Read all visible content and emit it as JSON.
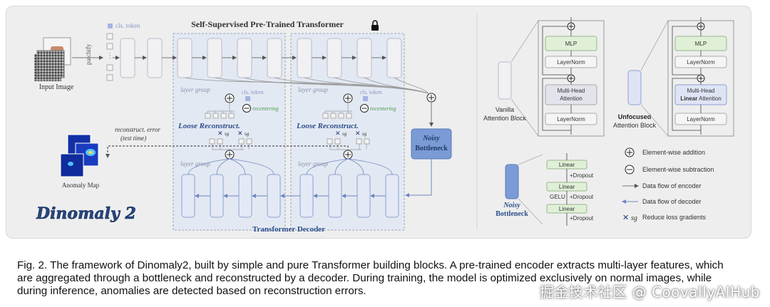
{
  "figure": {
    "title": "Self-Supervised Pre-Trained Transformer",
    "input_label": "Input Image",
    "patchify_label": "patchify",
    "cls_token": "cls. token",
    "layer_group": "layer group",
    "recentering": "recentering",
    "loose_reconstruct": "Loose Reconstruct.",
    "sg": "sg",
    "recon_error_line1": "reconstruct. error",
    "recon_error_line2": "(test time)",
    "anomaly_map": "Anomaly Map",
    "noisy_bottleneck_line1": "Noisy",
    "noisy_bottleneck_line2": "Bottleneck",
    "decoder_label": "Transformer Decoder",
    "logo": "Dinomaly 2",
    "vanilla_label_line1": "Vanilla",
    "vanilla_label_line2": "Attention Block",
    "unfocused_label_line1": "Unfocused",
    "unfocused_label_line2": "Attention Block",
    "mlp": "MLP",
    "layernorm": "LayerNorm",
    "mha_line1": "Multi-Head",
    "mha_line2": "Attention",
    "linear_mha_line1": "Multi-Head",
    "linear_mha_bold": "Linear",
    "linear_mha_rest": "Attention",
    "linear": "Linear",
    "dropout": "+Dropout",
    "gelu": "GELU",
    "legend": {
      "add": "Element-wise addition",
      "sub": "Element-wise subtraction",
      "enc": "Data flow of encoder",
      "dec": "Data flow of decoder",
      "sg": "Reduce loss gradients"
    }
  },
  "caption": {
    "line1": "Fig. 2. The framework of Dinomaly2, built by simple and pure Transformer building blocks. A pre-trained encoder extracts multi-layer features, which",
    "line2": "are aggregated through a bottleneck and reconstructed by a decoder. During training, the model is optimized exclusively on normal images, while",
    "line3": "during inference, anomalies are detected based on reconstruction errors."
  },
  "watermark": "掘金技术社区 @ CoovallyAIHub",
  "colors": {
    "block_fill": "#f1f1f4",
    "block_stroke": "#b9bcc8",
    "decoder_fill": "#e4e9f6",
    "decoder_stroke": "#8da1cf",
    "bottleneck_fill": "#7b9bd6",
    "mlp_fill": "#dff0d6",
    "linear_fill": "#dff0d6",
    "mha_fill": "#e3e3ec",
    "region_fill": "#e3e9f3",
    "accent_blue": "#2d4e8a"
  }
}
